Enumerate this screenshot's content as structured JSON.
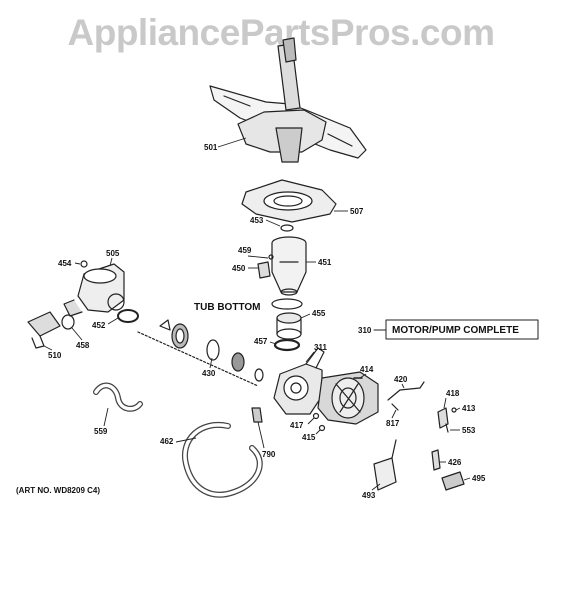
{
  "watermark": "AppliancePartsPros.com",
  "art_number": "(ART NO. WD8209 C4)",
  "section_labels": {
    "tub_bottom": "TUB BOTTOM",
    "motor_pump_complete": "MOTOR/PUMP COMPLETE",
    "motor_pump_number": "310"
  },
  "parts": [
    "501",
    "507",
    "453",
    "459",
    "450",
    "451",
    "454",
    "505",
    "455",
    "452",
    "457",
    "311",
    "510",
    "458",
    "430",
    "414",
    "420",
    "418",
    "413",
    "817",
    "553",
    "417",
    "415",
    "559",
    "462",
    "790",
    "426",
    "495",
    "493"
  ]
}
